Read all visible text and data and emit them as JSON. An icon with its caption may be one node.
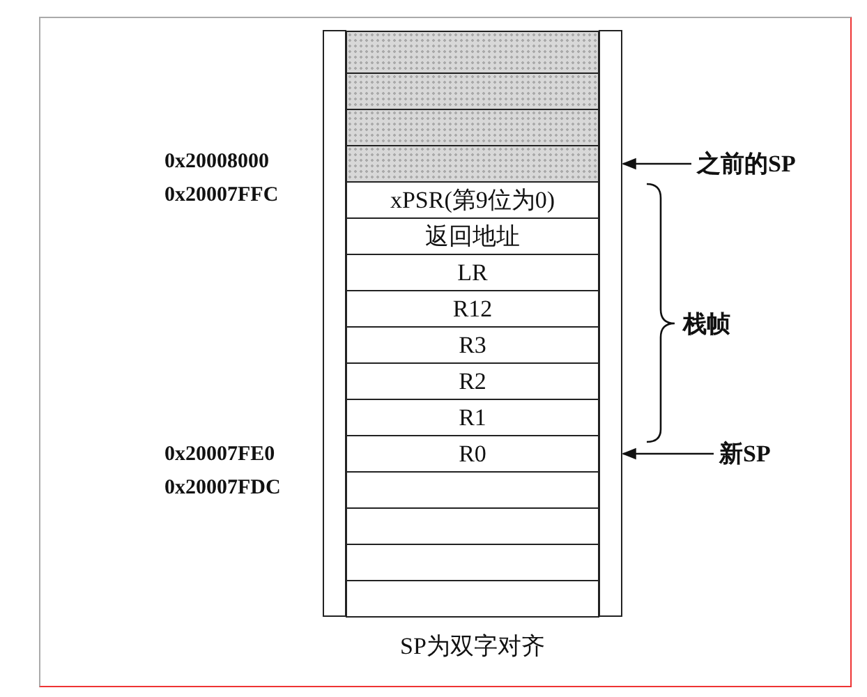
{
  "diagram": {
    "caption": "SP为双字对齐",
    "nodes": [
      {
        "text": [],
        "shape": "box"
      },
      {
        "text": [],
        "shape": "box"
      },
      {
        "text": [],
        "shape": "box"
      },
      {
        "text": [],
        "shape": "box"
      },
      {
        "text": [
          "xPSR(第9位为0)"
        ]
      },
      {
        "text": [
          "返回地址"
        ]
      },
      {
        "text": [
          "LR"
        ]
      },
      {
        "text": [
          "R12"
        ]
      },
      {
        "text": [
          "R3"
        ]
      },
      {
        "text": [
          "R2"
        ]
      },
      {
        "text": [
          "R1"
        ]
      },
      {
        "text": [
          "R0"
        ]
      },
      {
        "text": [],
        "shape": "box"
      },
      {
        "text": [],
        "shape": "box"
      },
      {
        "text": [],
        "shape": "box"
      },
      {
        "text": [],
        "shape": "box"
      },
      {
        "text": [
          "之前的SP"
        ]
      },
      {
        "text": [
          "新SP"
        ]
      }
    ],
    "edges": [
      {
        "from": 16,
        "to": 3,
        "arrow": "to"
      },
      {
        "from": 17,
        "to": 11,
        "arrow": "to"
      }
    ],
    "labels": [
      "0x20008000",
      "0x20007FFC",
      "栈帧",
      "0x20007FE0",
      "0x20007FDC"
    ]
  }
}
